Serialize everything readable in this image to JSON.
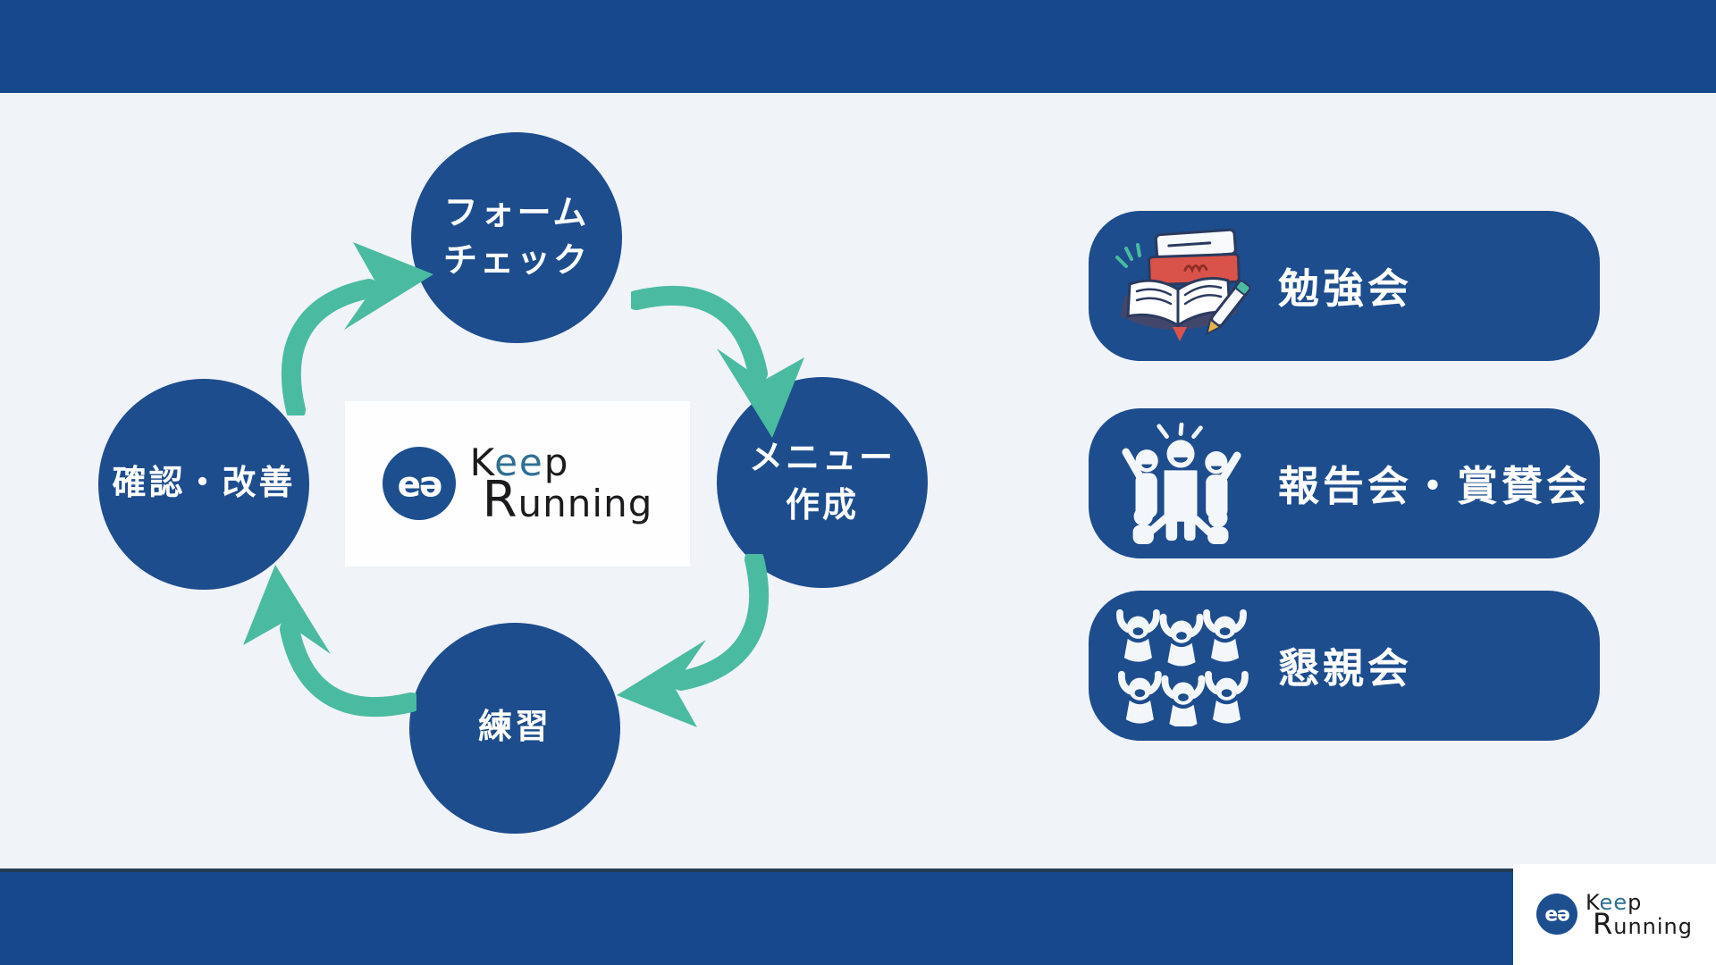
{
  "colors": {
    "navy_bar": "#17488c",
    "navy_shape": "#1d4d8d",
    "teal_arrow": "#4ABBA1",
    "background": "#f0f3f7",
    "logo_accent": "#2f6f94"
  },
  "cycle": {
    "steps": [
      {
        "line1": "フォーム",
        "line2": "チェック"
      },
      {
        "line1": "メニュー",
        "line2": "作成"
      },
      {
        "line1": "練習",
        "line2": ""
      },
      {
        "line1": "確認・改善",
        "line2": ""
      }
    ]
  },
  "logo": {
    "monogram": "eə",
    "line1_start": "K",
    "line1_accent": "ee",
    "line1_end": "p",
    "line2_initial": "R",
    "line2_rest": "unning"
  },
  "activities": [
    {
      "label": "勉強会",
      "icon": "study-books-icon"
    },
    {
      "label": "報告会・賞賛会",
      "icon": "celebration-people-icon"
    },
    {
      "label": "懇親会",
      "icon": "cheering-crowd-icon"
    }
  ]
}
